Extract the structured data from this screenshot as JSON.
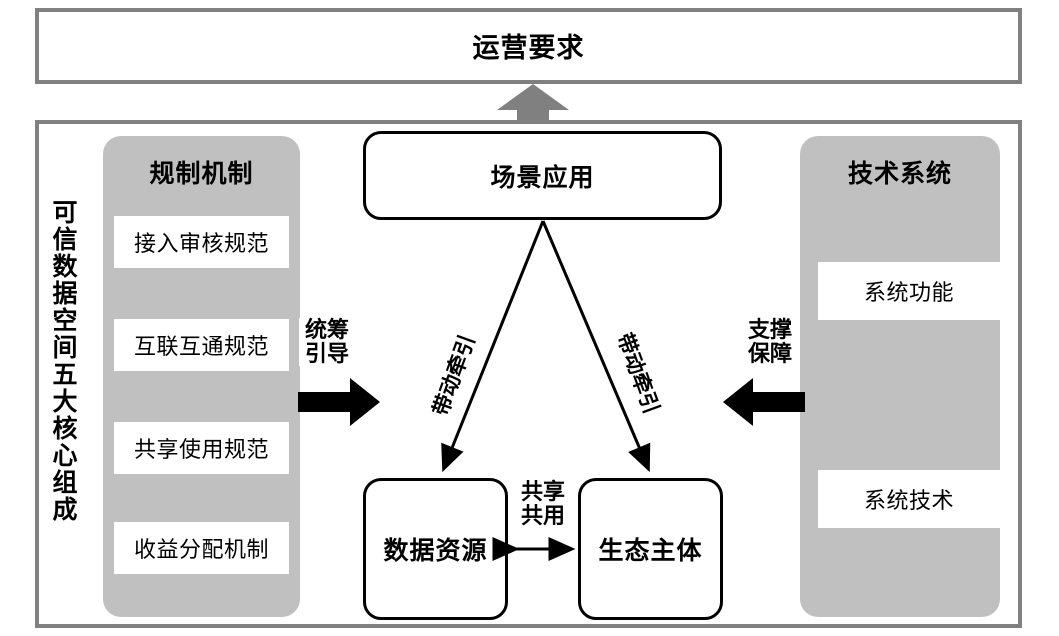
{
  "top": {
    "title": "运营要求"
  },
  "main": {
    "vertical_label": "可信数据空间五大核心组成"
  },
  "left_group": {
    "title": "规制机制",
    "items": [
      {
        "label": "接入审核规范"
      },
      {
        "label": "互联互通规范"
      },
      {
        "label": "共享使用规范"
      },
      {
        "label": "收益分配机制"
      }
    ]
  },
  "right_group": {
    "title": "技术系统",
    "items": [
      {
        "label": "系统功能"
      },
      {
        "label": "系统技术"
      }
    ]
  },
  "center": {
    "scene_node": "场景应用",
    "data_node": "数据资源",
    "entity_node": "生态主体"
  },
  "arrows": {
    "up_to_top": "",
    "left_block_label": "统筹\n引导",
    "right_block_label": "支撑\n保障",
    "share_label": "共享\n共用",
    "drive_left_label": "带动牵引",
    "drive_right_label": "带动牵引"
  },
  "colors": {
    "frame_gray": "#808080",
    "card_gray": "#c0c0c0",
    "node_black": "#000000",
    "background": "#ffffff"
  }
}
